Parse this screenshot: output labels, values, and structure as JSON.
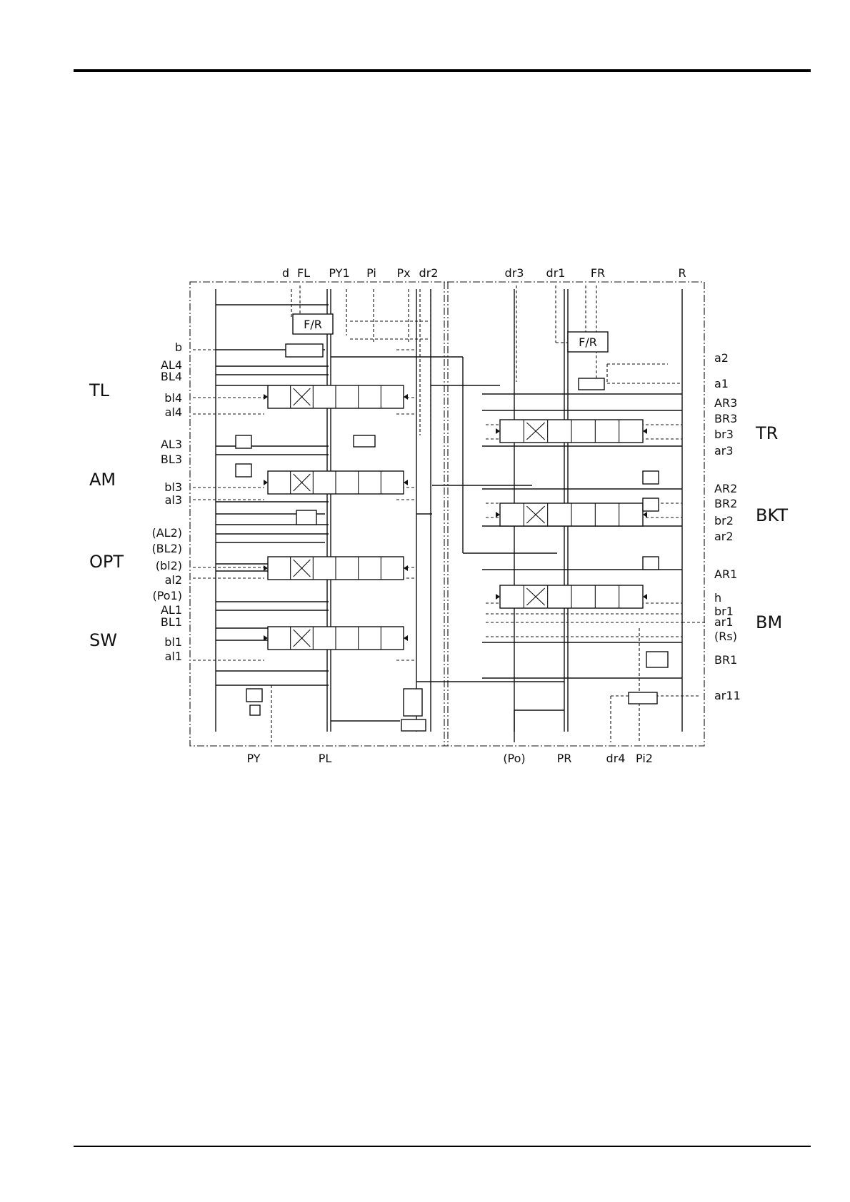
{
  "sections": {
    "left": [
      {
        "id": "tl",
        "label": "TL"
      },
      {
        "id": "am",
        "label": "AM"
      },
      {
        "id": "opt",
        "label": "OPT"
      },
      {
        "id": "sw",
        "label": "SW"
      }
    ],
    "right": [
      {
        "id": "tr",
        "label": "TR"
      },
      {
        "id": "bkt",
        "label": "BKT"
      },
      {
        "id": "bm",
        "label": "BM"
      }
    ]
  },
  "ports": {
    "top": [
      "d",
      "FL",
      "PY1",
      "Pi",
      "Px",
      "dr2",
      "dr3",
      "dr1",
      "FR",
      "R"
    ],
    "bottom": [
      "PY",
      "PL",
      "(Po)",
      "PR",
      "dr4",
      "Pi2"
    ],
    "left": [
      "b",
      "AL4",
      "BL4",
      "bl4",
      "al4",
      "AL3",
      "BL3",
      "bl3",
      "al3",
      "(AL2)",
      "(BL2)",
      "(bl2)",
      "al2",
      "(Po1)",
      "AL1",
      "BL1",
      "bl1",
      "al1"
    ],
    "right": [
      "a2",
      "a1",
      "AR3",
      "BR3",
      "br3",
      "ar3",
      "AR2",
      "BR2",
      "br2",
      "ar2",
      "AR1",
      "h",
      "br1",
      "ar1",
      "(Rs)",
      "BR1",
      "ar11"
    ]
  },
  "blocks": {
    "fr_left": "F/R",
    "fr_right": "F/R"
  }
}
